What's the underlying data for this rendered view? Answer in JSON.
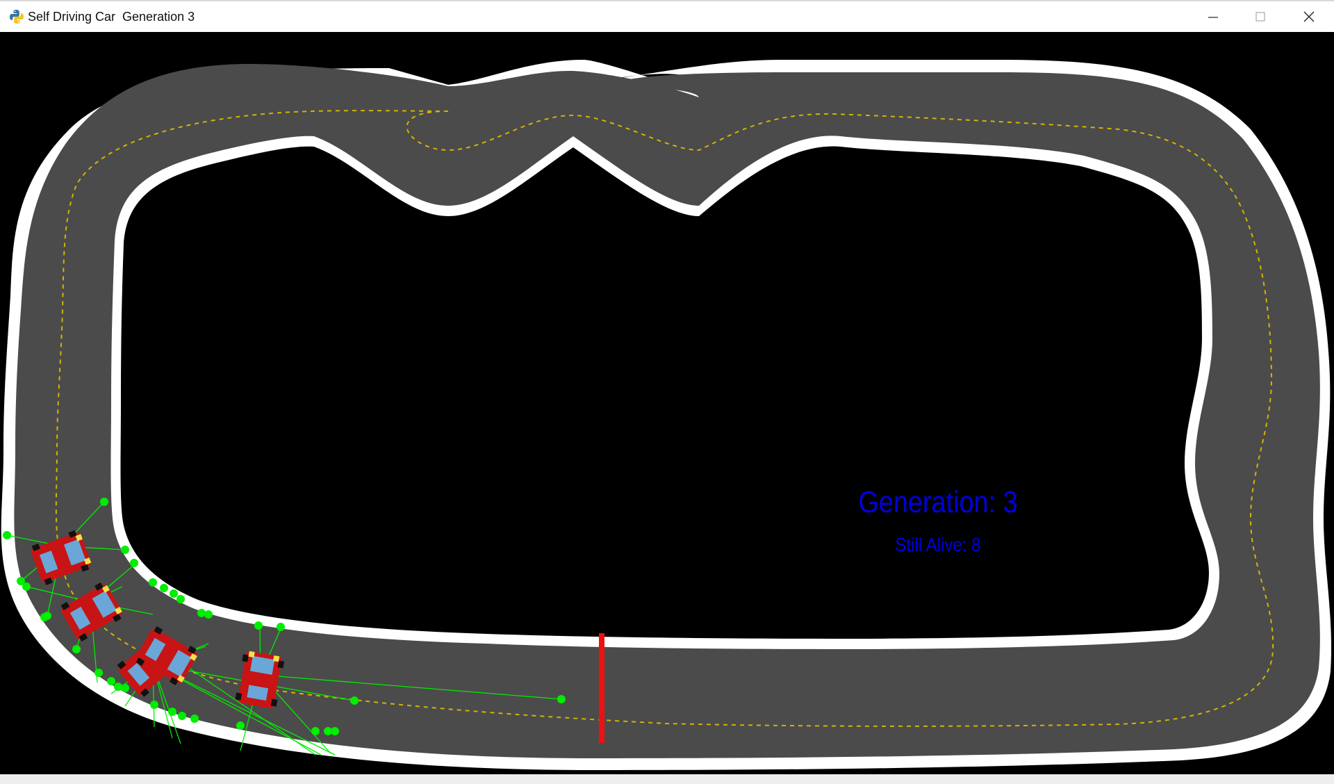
{
  "window": {
    "title": "Self Driving Car  Generation 3",
    "app_icon": "python-icon",
    "controls": [
      "minimize-icon",
      "maximize-icon",
      "close-icon"
    ]
  },
  "hud": {
    "generation_text": "Generation: 3",
    "alive_text": "Still Alive: 8",
    "color": "#0000e0"
  },
  "simulation": {
    "generation": 3,
    "cars_alive": 8,
    "colors": {
      "track": "#4b4b4b",
      "border": "#ffffff",
      "center_line": "#d4b400",
      "finish_line": "#ee1111",
      "car_body": "#c81414",
      "sensor": "#00ee00"
    }
  }
}
